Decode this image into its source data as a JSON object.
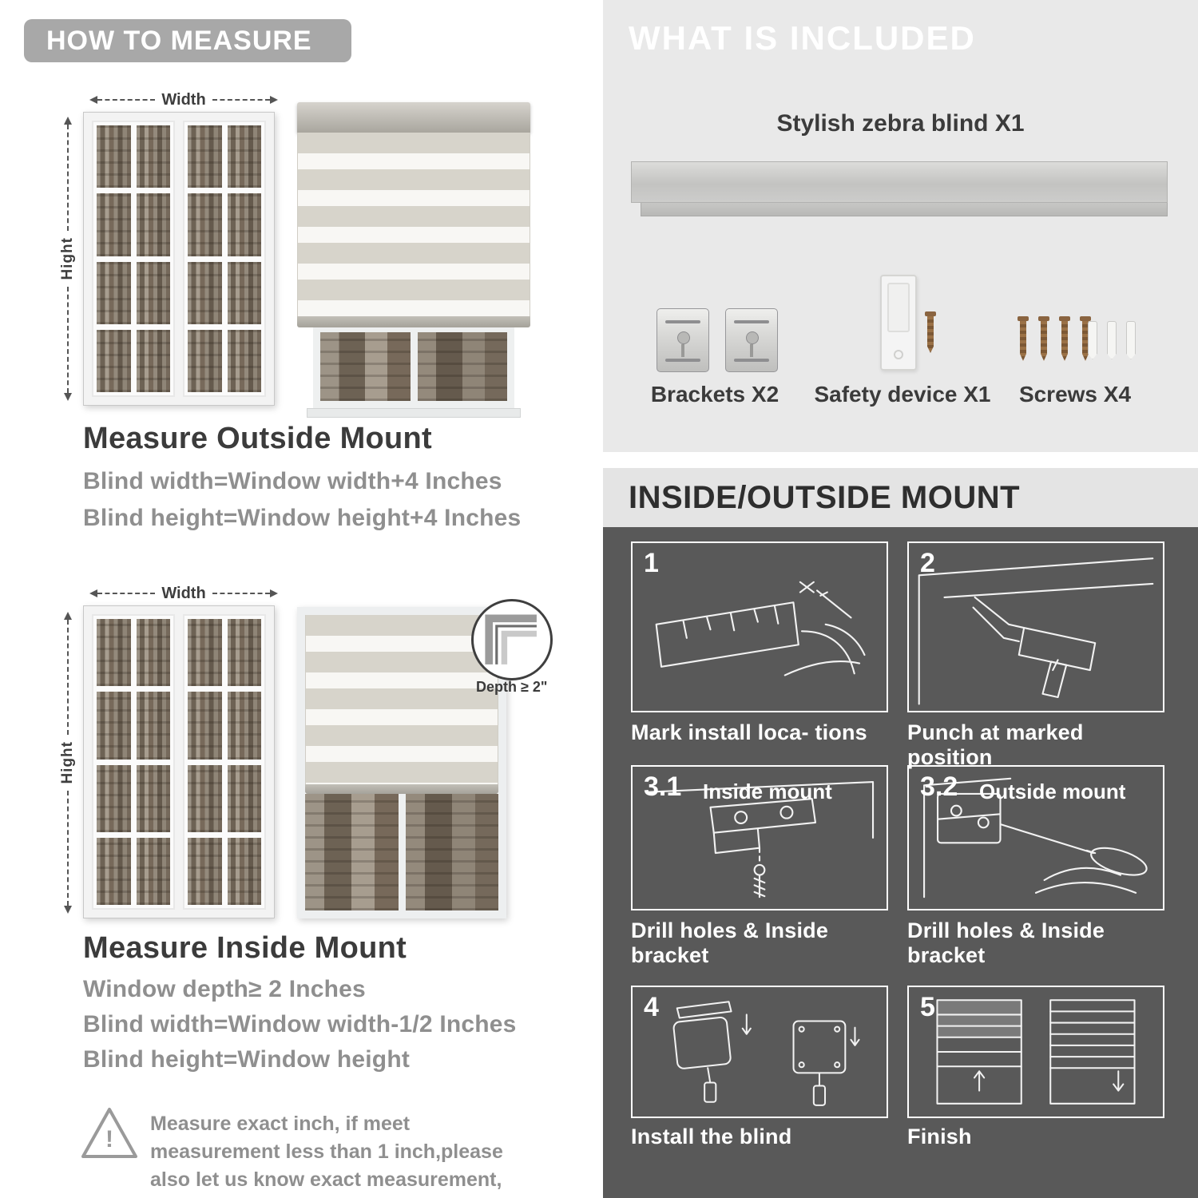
{
  "colors": {
    "pill_bg": "#a8a8a8",
    "included_bg": "#e9e9e9",
    "band_bg": "#e4e4e4",
    "dark_bg": "#595959",
    "heading_dark": "#3b3b3b",
    "text_gray": "#8f8f8f"
  },
  "left": {
    "header": "HOW TO MEASURE",
    "outside": {
      "width_label": "Width",
      "height_label": "Hight",
      "title": "Measure Outside Mount",
      "rule1": "Blind width=Window width+4 Inches",
      "rule2": "Blind height=Window height+4 Inches"
    },
    "inside": {
      "width_label": "Width",
      "height_label": "Hight",
      "depth_label": "Depth ≥ 2\"",
      "title": "Measure Inside Mount",
      "rule1": "Window depth≥ 2 Inches",
      "rule2": "Blind width=Window width-1/2 Inches",
      "rule3": "Blind height=Window height"
    },
    "note": {
      "mark": "!",
      "text": "Measure exact inch, if meet measurement less than 1 inch,please also let us know exact measurement, please do not leave it"
    }
  },
  "right": {
    "included": {
      "header": "WHAT IS INCLUDED",
      "blind_label": "Stylish zebra blind X1",
      "items": [
        {
          "label": "Brackets X2"
        },
        {
          "label": "Safety device X1"
        },
        {
          "label": "Screws X4"
        }
      ]
    },
    "mount": {
      "header": "INSIDE/OUTSIDE MOUNT",
      "steps": [
        {
          "num": "1",
          "sub": "",
          "caption": "Mark install loca- tions"
        },
        {
          "num": "2",
          "sub": "",
          "caption": "Punch at  marked position"
        },
        {
          "num": "3.1",
          "sub": "Inside mount",
          "caption": "Drill holes &  Inside bracket"
        },
        {
          "num": "3.2",
          "sub": "Outside mount",
          "caption": "Drill holes &  Inside bracket"
        },
        {
          "num": "4",
          "sub": "",
          "caption": "Install the blind"
        },
        {
          "num": "5",
          "sub": "",
          "caption": "Finish"
        }
      ]
    }
  }
}
